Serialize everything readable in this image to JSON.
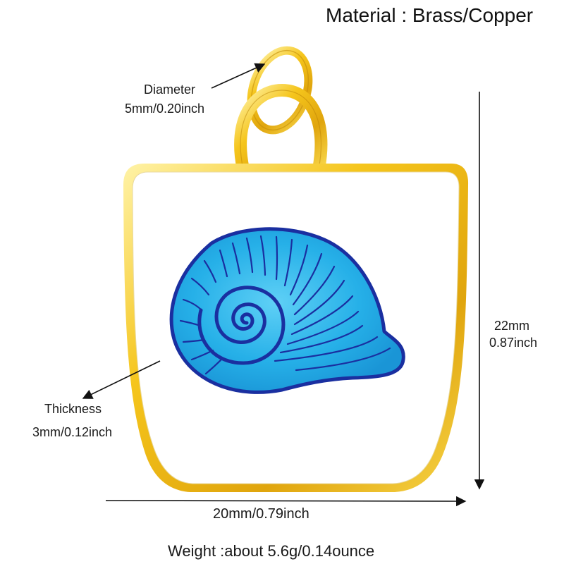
{
  "material": "Material : Brass/Copper",
  "diameter": {
    "label": "Diameter",
    "value": "5mm/0.20inch"
  },
  "thickness": {
    "label": "Thickness",
    "value": "3mm/0.12inch"
  },
  "height": {
    "mm": "22mm",
    "inch": "0.87inch"
  },
  "width": "20mm/0.79inch",
  "weight": "Weight :about 5.6g/0.14ounce",
  "colors": {
    "gold": "#f2c21b",
    "enamel": "#ffffff",
    "shell_fill": "#2db4ea",
    "shell_line": "#1a2fa0",
    "arrow": "#111111"
  },
  "icons": {
    "pendant": "snail-shell-pendant-image"
  }
}
